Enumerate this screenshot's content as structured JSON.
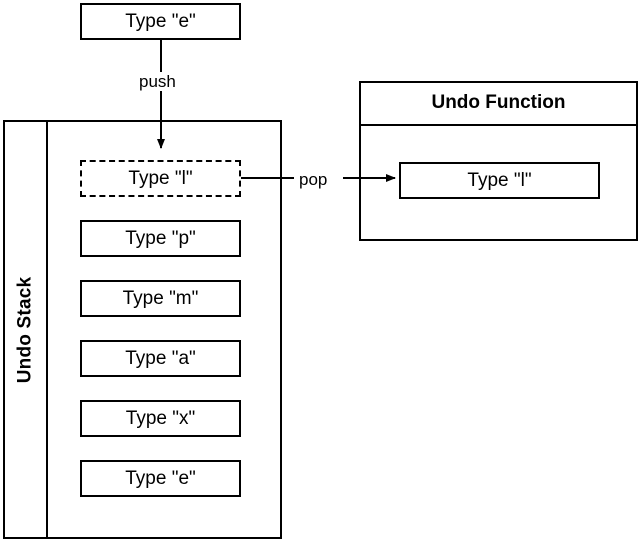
{
  "diagram": {
    "title": "Undo Stack / Undo Function",
    "incoming_action": {
      "label": "Type \"e\"",
      "name": "incoming-action-box"
    },
    "edges": [
      {
        "id": "push",
        "label": "push",
        "from": "incoming-action-box",
        "to": "stack-top-item"
      },
      {
        "id": "pop",
        "label": "pop",
        "from": "stack-top-item",
        "to": "undo-function-action"
      }
    ],
    "stack": {
      "label": "Undo Stack",
      "items": [
        {
          "label": "Type \"l\"",
          "state": "popped",
          "style": "dashed"
        },
        {
          "label": "Type \"p\"",
          "state": "stored",
          "style": "solid"
        },
        {
          "label": "Type \"m\"",
          "state": "stored",
          "style": "solid"
        },
        {
          "label": "Type \"a\"",
          "state": "stored",
          "style": "solid"
        },
        {
          "label": "Type \"x\"",
          "state": "stored",
          "style": "solid"
        },
        {
          "label": "Type \"e\"",
          "state": "stored",
          "style": "solid"
        }
      ]
    },
    "undo_function": {
      "title": "Undo Function",
      "action": {
        "label": "Type \"l\""
      }
    },
    "colors": {
      "stroke": "#000000",
      "fill": "#ffffff",
      "text": "#000000"
    }
  }
}
